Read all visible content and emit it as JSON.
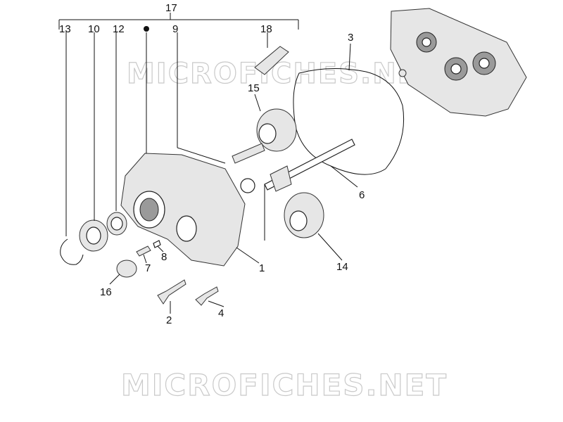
{
  "watermark": {
    "top": "MICROFICHES.NET",
    "bottom": "MICROFICHES.NET"
  },
  "callouts": {
    "c1": "1",
    "c2": "2",
    "c3": "3",
    "c4": "4",
    "c6": "6",
    "c7": "7",
    "c8": "8",
    "c9": "9",
    "c10": "10",
    "c12": "12",
    "c13": "13",
    "c14": "14",
    "c15": "15",
    "c16": "16",
    "c17": "17",
    "c18": "18"
  },
  "colors": {
    "line": "#111111",
    "part_fill": "#e6e6e6",
    "watermark": "#c9c9c9"
  }
}
